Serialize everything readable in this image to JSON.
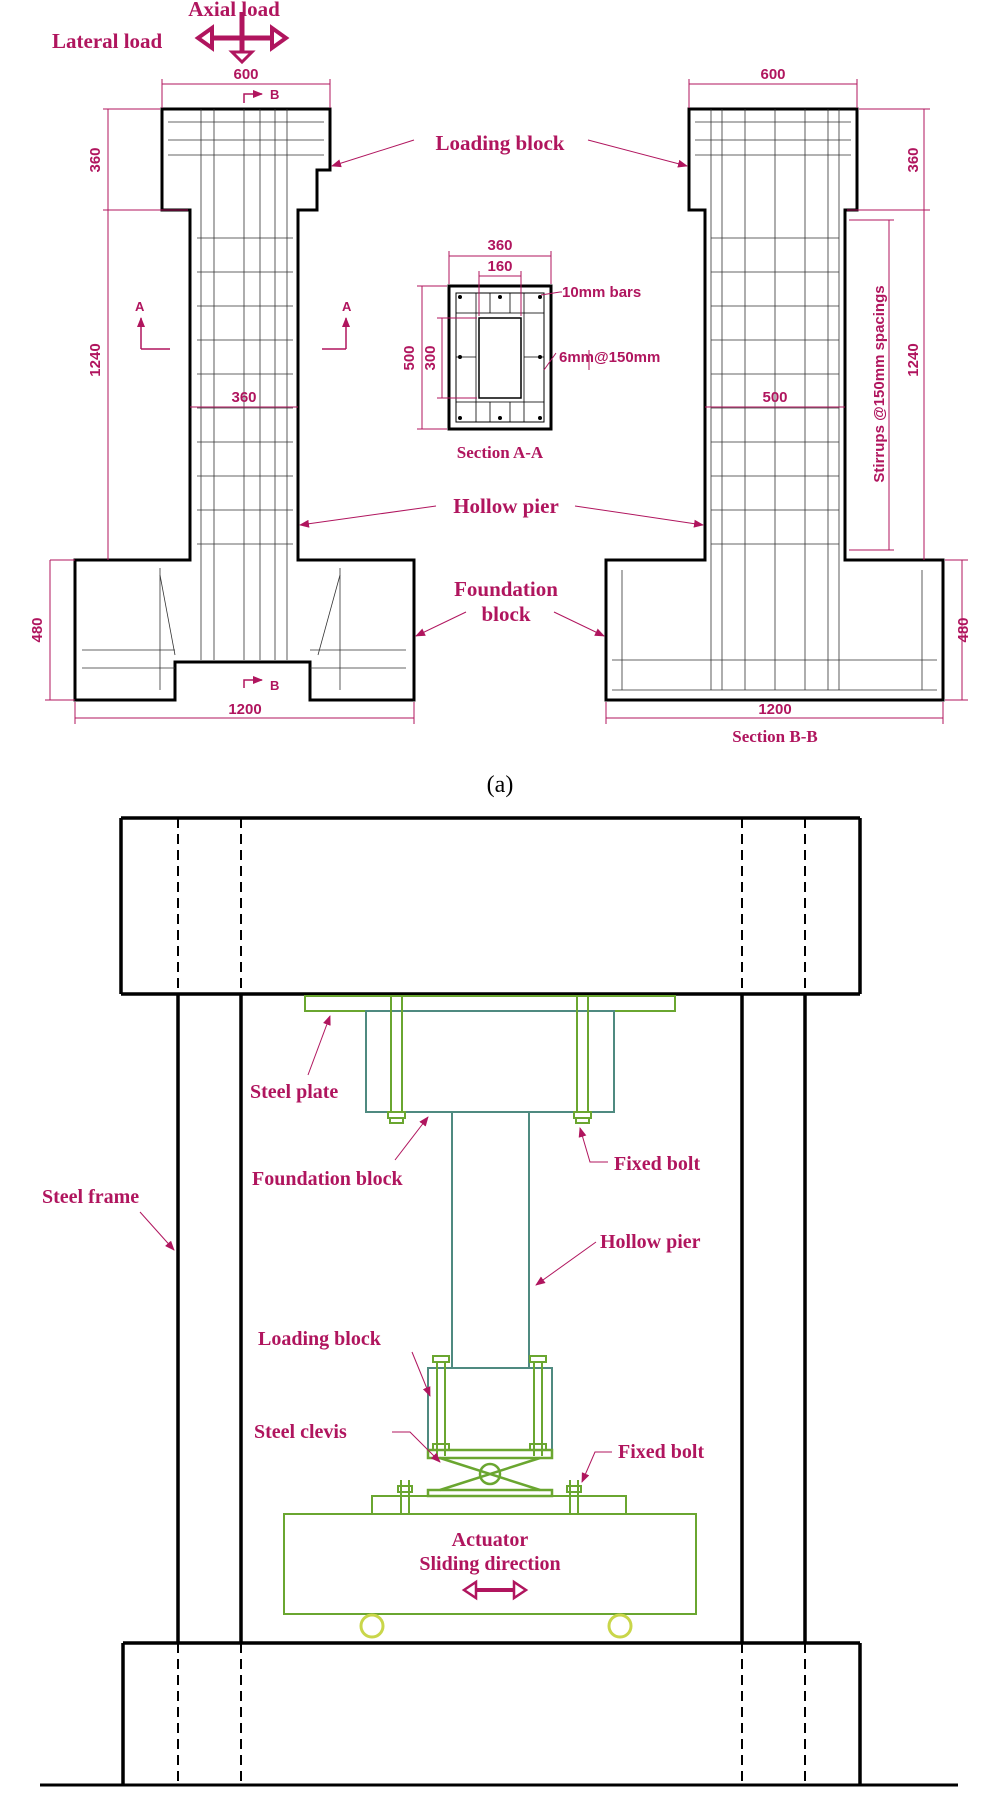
{
  "part_a": {
    "top_labels": {
      "axial_load": "Axial load",
      "lateral_load": "Lateral load"
    },
    "dims": {
      "top_width_left": "600",
      "top_width_right": "600",
      "top_height_left": "360",
      "top_height_right": "360",
      "pier_height_left": "1240",
      "pier_height_right": "1240",
      "pier_width_left": "360",
      "pier_width_right": "500",
      "found_height_left": "480",
      "found_height_right": "480",
      "found_width_left": "1200",
      "found_width_right": "1200",
      "sec_outer_w": "360",
      "sec_inner_w": "160",
      "sec_outer_h": "500",
      "sec_inner_h": "300"
    },
    "section_marks": {
      "b_top": "B",
      "b_bottom": "B",
      "a_left": "A",
      "a_right": "A"
    },
    "callouts": {
      "loading_block": "Loading block",
      "hollow_pier": "Hollow pier",
      "foundation_1": "Foundation",
      "foundation_2": "block",
      "bars": "10mm bars",
      "stirrups_small": "6mm@150mm",
      "stirrups_note": "Stirrups @150mm spacings"
    },
    "section_titles": {
      "aa": "Section A-A",
      "bb": "Section B-B"
    },
    "caption": "(a)"
  },
  "part_b": {
    "labels": {
      "steel_plate": "Steel plate",
      "foundation_block": "Foundation  block",
      "fixed_bolt_top": "Fixed bolt",
      "steel_frame": "Steel frame",
      "hollow_pier": "Hollow pier",
      "loading_block": "Loading block",
      "steel_clevis": "Steel clevis",
      "fixed_bolt_bottom": "Fixed bolt",
      "actuator_1": "Actuator",
      "actuator_2": "Sliding direction"
    }
  },
  "colors": {
    "label": "#b0155e",
    "steel": "#6aa630",
    "specimen": "#4f8a80",
    "roller": "#c9d64a"
  }
}
